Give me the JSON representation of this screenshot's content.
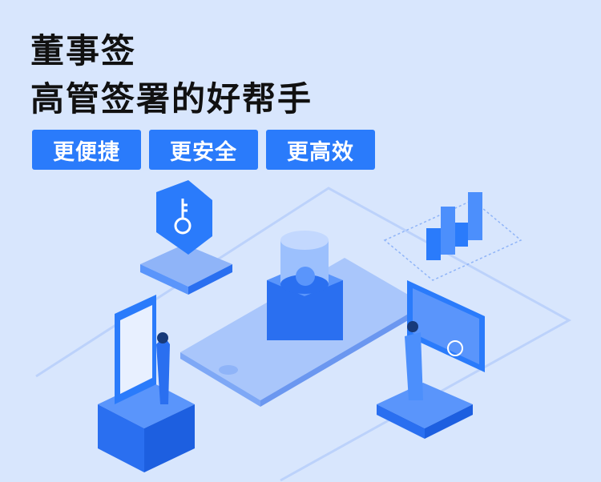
{
  "headline": {
    "line1": "董事签",
    "line2": "高管签署的好帮手"
  },
  "tags": [
    {
      "label": "更便捷"
    },
    {
      "label": "更安全"
    },
    {
      "label": "更高效"
    }
  ],
  "colors": {
    "background": "#d8e6fd",
    "accent": "#2a7bfb",
    "title": "#111111"
  }
}
